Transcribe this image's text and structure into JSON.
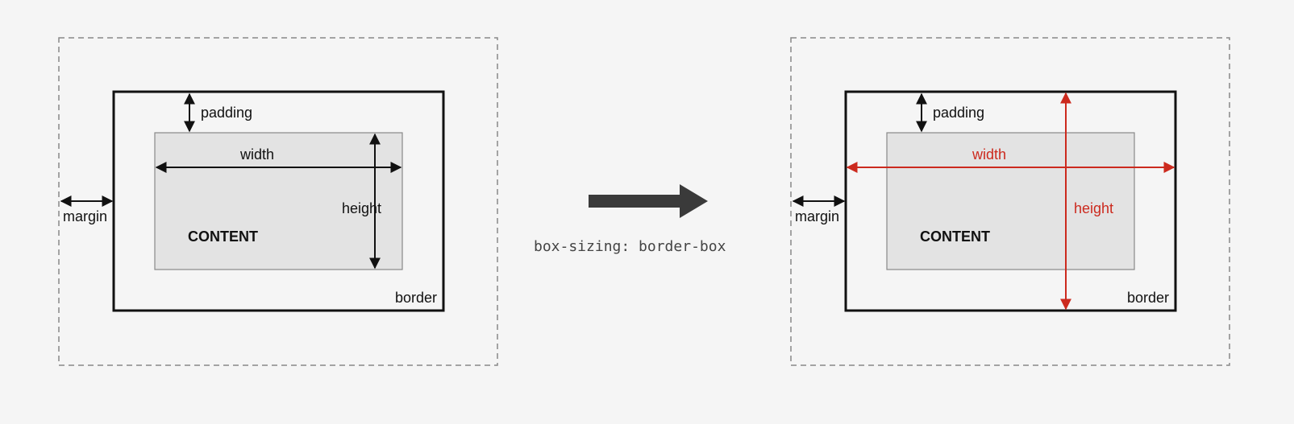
{
  "colors": {
    "background": "#f5f5f5",
    "line": "#111111",
    "content_fill": "#e3e3e3",
    "content_stroke": "#888888",
    "margin_dash": "#888888",
    "highlight": "#cc2a1e",
    "arrow": "#3a3a3a"
  },
  "caption": "box-sizing: border-box",
  "left_diagram": {
    "margin_label": "margin",
    "padding_label": "padding",
    "border_label": "border",
    "width_label": "width",
    "height_label": "height",
    "content_label": "CONTENT"
  },
  "right_diagram": {
    "margin_label": "margin",
    "padding_label": "padding",
    "border_label": "border",
    "width_label": "width",
    "height_label": "height",
    "content_label": "CONTENT"
  }
}
